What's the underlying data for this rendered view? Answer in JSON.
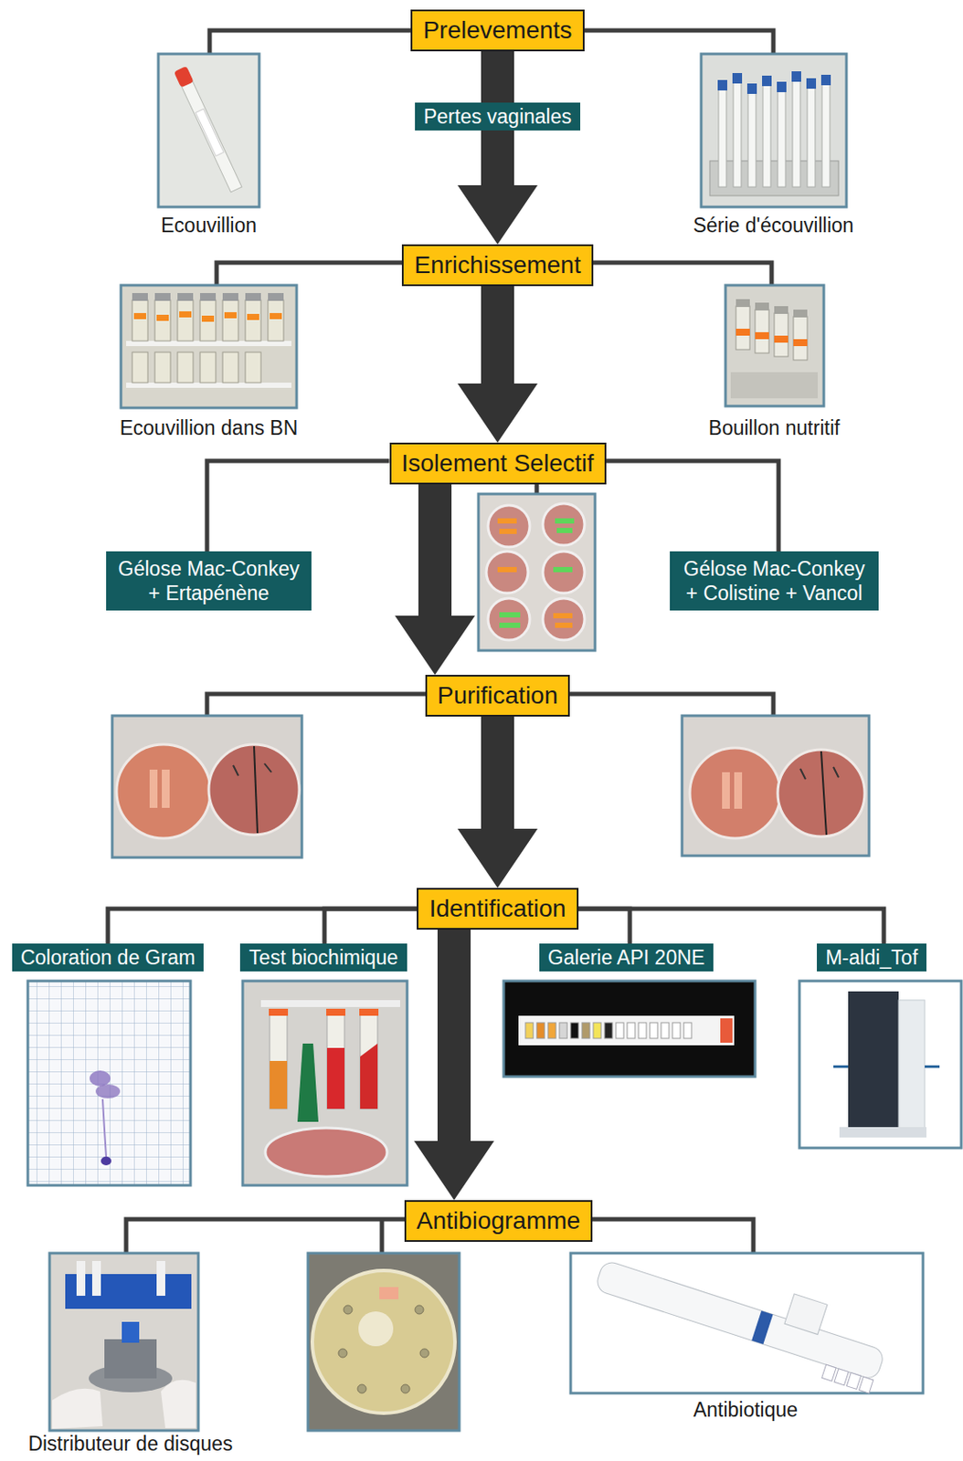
{
  "diagram": {
    "nodes": [
      {
        "text": [
          "Prelevements"
        ]
      },
      {
        "text": [
          "Pertes vaginales"
        ]
      },
      {
        "text": [
          "Enrichissement"
        ]
      },
      {
        "text": [
          "Isolement Selectif"
        ]
      },
      {
        "text": [
          "Gélose Mac-Conkey + Ertapénène"
        ]
      },
      {
        "text": [
          "Gélose Mac-Conkey + Colistine + Vancol"
        ]
      },
      {
        "text": [
          "Purification"
        ]
      },
      {
        "text": [
          "Identification"
        ]
      },
      {
        "text": [
          "Coloration de Gram"
        ]
      },
      {
        "text": [
          "Test biochimique"
        ]
      },
      {
        "text": [
          "Galerie API 20NE"
        ]
      },
      {
        "text": [
          "M-aldi_Tof"
        ]
      },
      {
        "text": [
          "Antibiogramme"
        ]
      }
    ],
    "edges": [
      {
        "from": 0,
        "to": 1,
        "arrow": "none"
      },
      {
        "from": 1,
        "to": 2,
        "arrow": "to"
      },
      {
        "from": 2,
        "to": 3,
        "arrow": "to"
      },
      {
        "from": 3,
        "to": 4,
        "arrow": "none"
      },
      {
        "from": 3,
        "to": 5,
        "arrow": "none"
      },
      {
        "from": 3,
        "to": 6,
        "arrow": "to"
      },
      {
        "from": 6,
        "to": 7,
        "arrow": "to"
      },
      {
        "from": 7,
        "to": 8,
        "arrow": "none"
      },
      {
        "from": 7,
        "to": 9,
        "arrow": "none"
      },
      {
        "from": 7,
        "to": 10,
        "arrow": "none"
      },
      {
        "from": 7,
        "to": 11,
        "arrow": "none"
      },
      {
        "from": 7,
        "to": 12,
        "arrow": "to"
      }
    ],
    "labels": [
      "Ecouvillion",
      "Série d'écouvillion",
      "Ecouvillion dans BN",
      "Bouillon nutritif",
      "Distributeur de disques",
      "Antibiotique"
    ]
  }
}
